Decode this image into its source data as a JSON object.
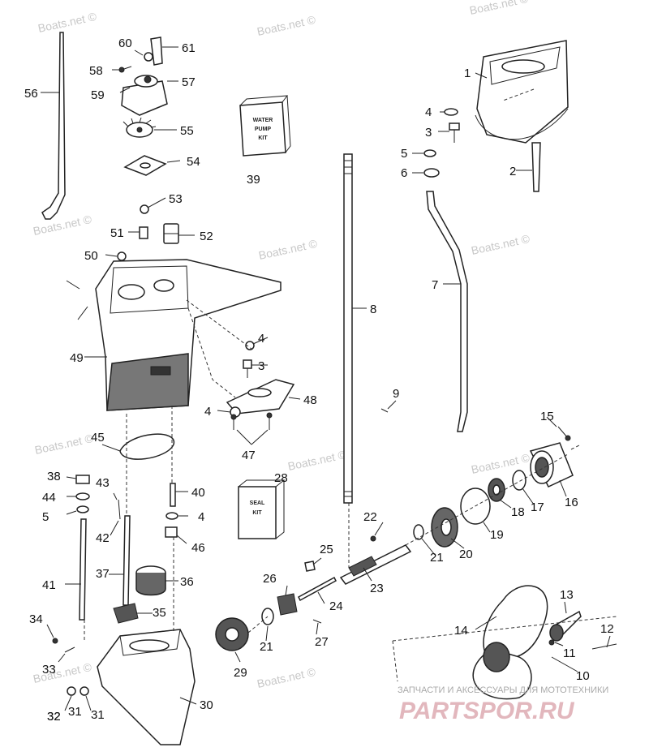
{
  "watermarks": [
    "Boats.net ©",
    "Boats.net ©",
    "Boats.net ©",
    "Boats.net ©",
    "Boats.net ©",
    "Boats.net ©",
    "Boats.net ©",
    "Boats.net ©",
    "Boats.net ©",
    "Boats.net ©",
    "Boats.net ©"
  ],
  "kits": {
    "water_pump_lines": [
      "WATER",
      "PUMP",
      "KIT"
    ],
    "seal_lines": [
      "SEAL",
      "KIT"
    ]
  },
  "callouts": [
    "1",
    "2",
    "3",
    "4",
    "5",
    "6",
    "7",
    "8",
    "9",
    "15",
    "16",
    "17",
    "18",
    "19",
    "20",
    "21",
    "22",
    "23",
    "24",
    "25",
    "26",
    "27",
    "28",
    "29",
    "30",
    "31",
    "32",
    "33",
    "34",
    "35",
    "36",
    "37",
    "38",
    "39",
    "40",
    "41",
    "42",
    "43",
    "44",
    "45",
    "46",
    "47",
    "48",
    "49",
    "50",
    "51",
    "52",
    "53",
    "54",
    "55",
    "56",
    "57",
    "58",
    "59",
    "60",
    "61",
    "13",
    "14",
    "12",
    "11",
    "10",
    "3",
    "4",
    "4",
    "5",
    "21",
    "4",
    "31",
    "32"
  ],
  "shop_banner": {
    "tagline": "ЗАПЧАСТИ И АКСЕССУАРЫ ДЛЯ МОТОТЕХНИКИ",
    "logo": "PARTSPOR.RU"
  }
}
